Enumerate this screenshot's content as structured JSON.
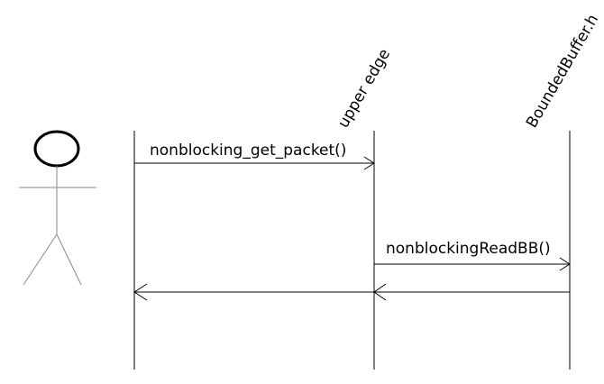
{
  "lifelines": [
    {
      "id": "actor",
      "label": ""
    },
    {
      "id": "upper",
      "label": "upper edge"
    },
    {
      "id": "bb",
      "label": "BoundedBuffer.h"
    }
  ],
  "messages": [
    {
      "id": "m1",
      "label": "nonblocking_get_packet()",
      "kind": "call"
    },
    {
      "id": "m2",
      "label": "nonblockingReadBB()",
      "kind": "call"
    },
    {
      "id": "m3",
      "label": "",
      "kind": "return"
    },
    {
      "id": "m4",
      "label": "",
      "kind": "return"
    }
  ]
}
